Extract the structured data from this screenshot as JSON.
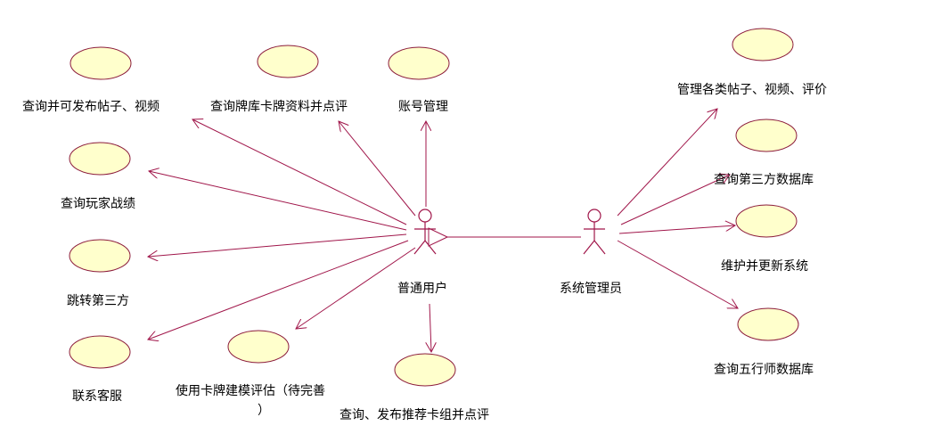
{
  "actors": {
    "user": "普通用户",
    "admin": "系统管理员"
  },
  "use_cases": {
    "posts": "查询并可发布帖子、视频",
    "cards": "查询牌库卡牌资料并点评",
    "account": "账号管理",
    "records": "查询玩家战绩",
    "third_party": "跳转第三方",
    "support": "联系客服",
    "modeling_l1": "使用卡牌建模评估（待完善",
    "modeling_l2": "）",
    "decks": "查询、发布推荐卡组并点评",
    "manage_posts": "管理各类帖子、视频、评价",
    "third_db": "查询第三方数据库",
    "maintain": "维护并更新系统",
    "wuxing_db": "查询五行师数据库"
  }
}
